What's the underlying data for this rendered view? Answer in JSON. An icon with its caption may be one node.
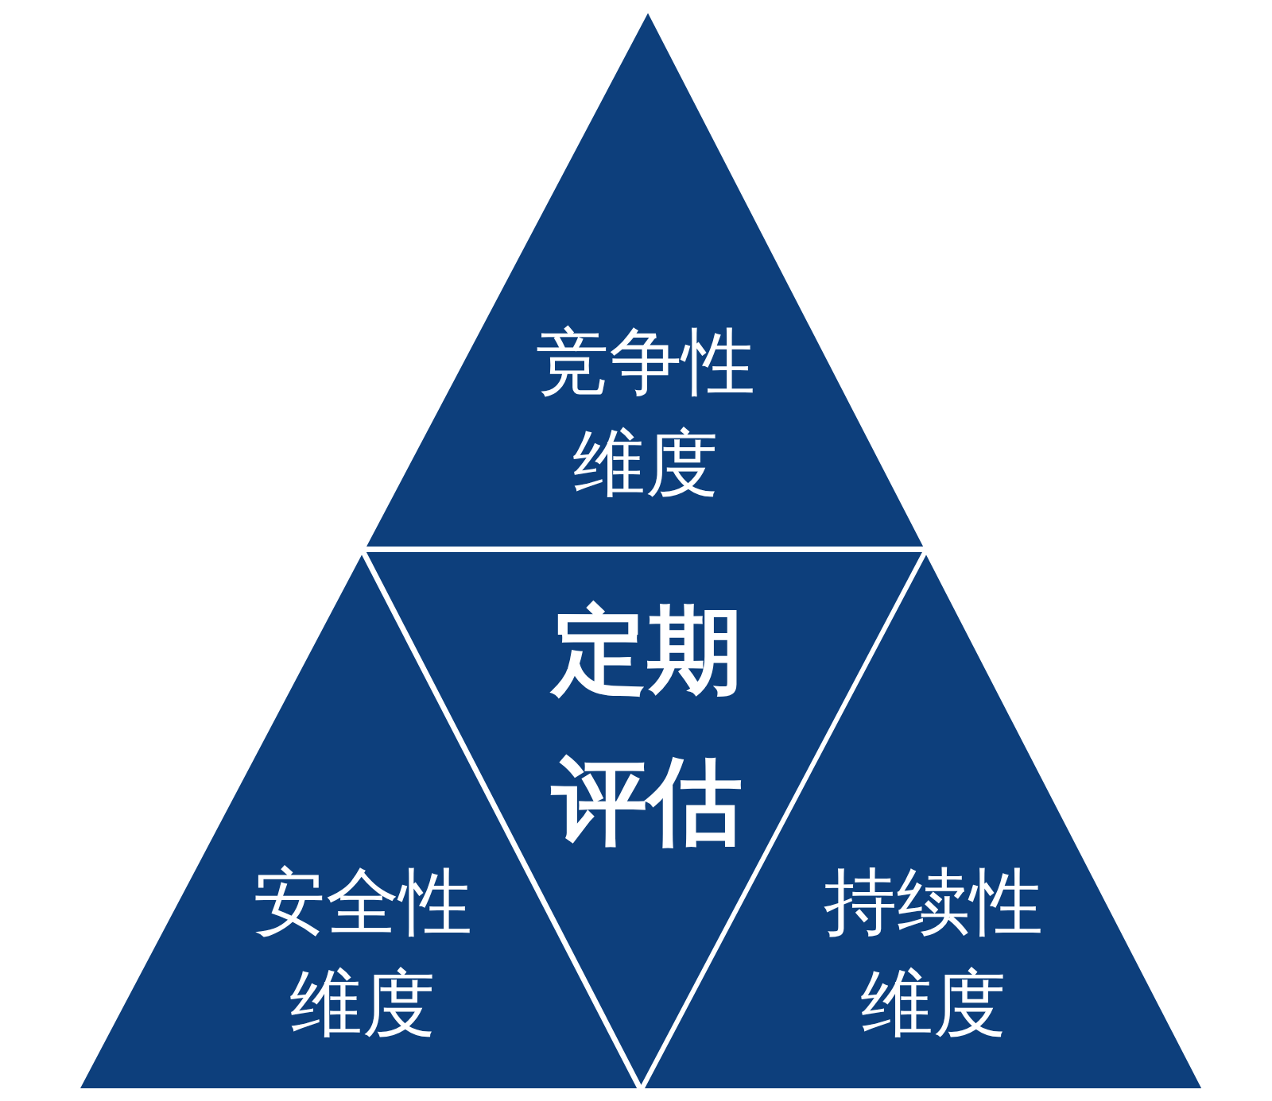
{
  "diagram": {
    "nodes": [
      {
        "text": [
          "竞争性维度"
        ]
      },
      {
        "text": [
          "定期评估"
        ]
      },
      {
        "text": [
          "安全性维度"
        ]
      },
      {
        "text": [
          "持续性维度"
        ]
      }
    ]
  }
}
